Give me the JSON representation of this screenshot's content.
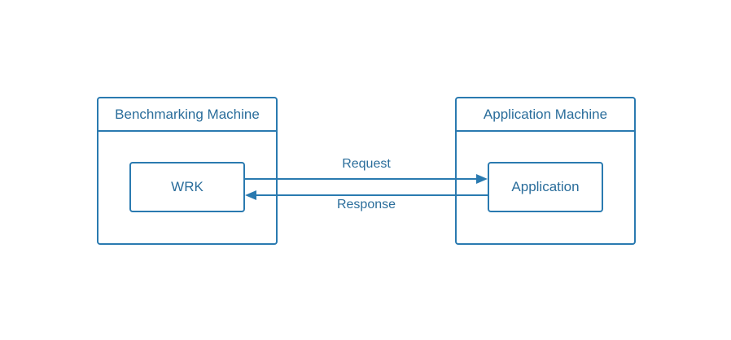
{
  "diagram": {
    "benchmarking_machine": {
      "title": "Benchmarking Machine",
      "node": "WRK"
    },
    "application_machine": {
      "title": "Application Machine",
      "node": "Application"
    },
    "edges": {
      "request": "Request",
      "response": "Response"
    },
    "colors": {
      "stroke": "#2a7ab0",
      "text": "#2a6d9b",
      "background": "#ffffff"
    }
  }
}
